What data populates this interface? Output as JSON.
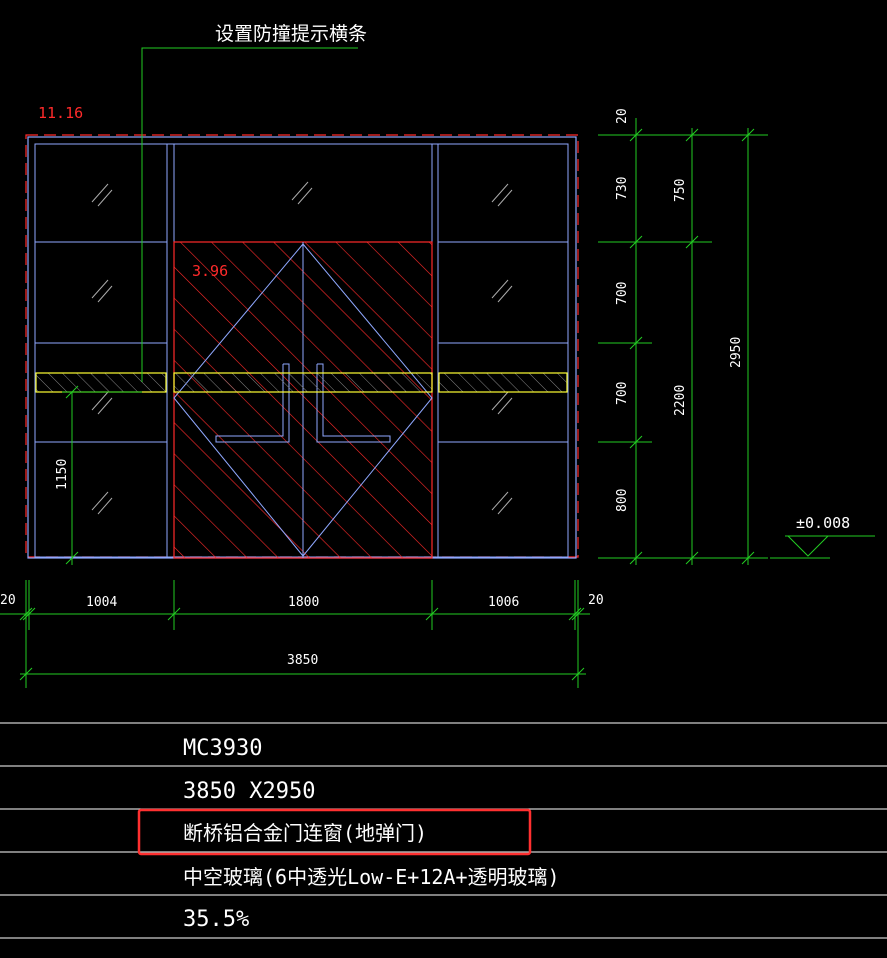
{
  "annotation": {
    "callout": "设置防撞提示横条",
    "window_area": "11.16",
    "door_area": "3.96",
    "floor_level": "±0.008"
  },
  "dims_right": {
    "inner": [
      "20",
      "730",
      "700",
      "700",
      "800"
    ],
    "middle": [
      "750",
      "2200"
    ],
    "overall": "2950"
  },
  "dims_bottom": {
    "edge_left": "20",
    "left": "1004",
    "center": "1800",
    "right": "1006",
    "edge_right": "20",
    "total": "3850"
  },
  "dim_left_height": "1150",
  "schedule": {
    "rows": [
      "MC3930",
      "3850 X2950",
      "断桥铝合金门连窗(地弹门)",
      "中空玻璃(6中透光Low-E+12A+透明玻璃)",
      "35.5%"
    ],
    "highlighted_row": 2
  },
  "colors": {
    "background": "#000000",
    "frame": "#8fa8ff",
    "door_hatch": "#ff2a2a",
    "dimension": "#22cc22",
    "strip": "#ffff33",
    "text": "#ffffff",
    "highlight": "#ff3030"
  }
}
